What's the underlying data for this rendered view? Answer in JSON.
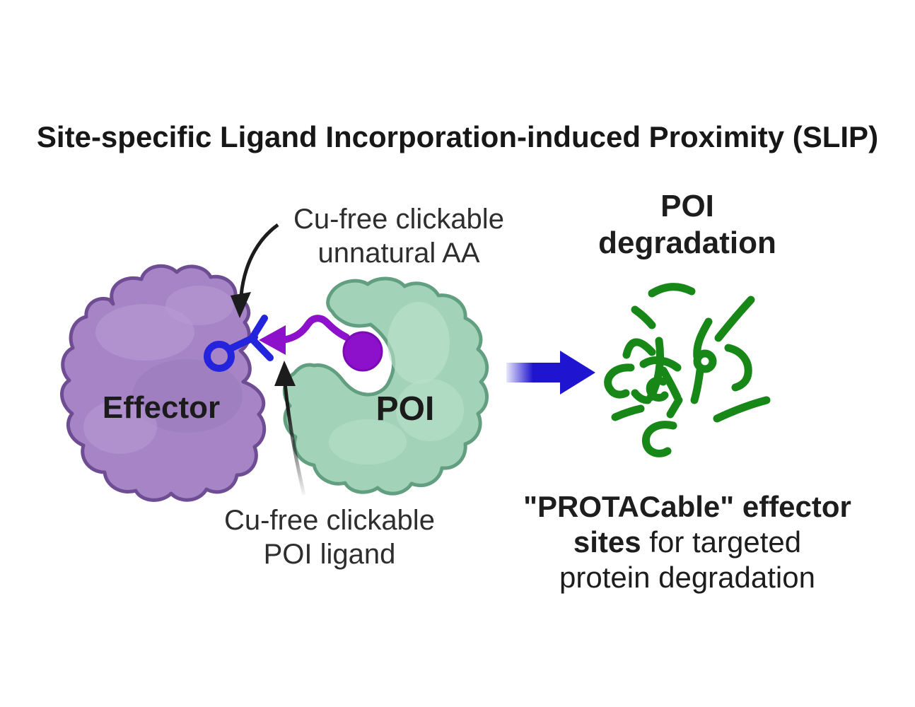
{
  "title": "Site-specific Ligand Incorporation-induced Proximity (SLIP)",
  "annotations": {
    "unnatural_aa": {
      "line1": "Cu-free clickable",
      "line2": "unnatural AA"
    },
    "poi_ligand": {
      "line1": "Cu-free clickable",
      "line2": "POI ligand"
    }
  },
  "proteins": {
    "effector_label": "Effector",
    "poi_label": "POI"
  },
  "result": {
    "heading_line1": "POI",
    "heading_line2": "degradation",
    "caption_line1_bold": "\"PROTACable\" effector",
    "caption_line2_bold": "sites",
    "caption_line2_rest": " for targeted",
    "caption_line3": "protein degradation"
  },
  "colors": {
    "effector-fill": "#a684c5",
    "effector-stroke": "#6f4d94",
    "effector-light": "#b99cd6",
    "poi-fill": "#a2d3b8",
    "poi-stroke": "#629f80",
    "poi-light": "#bce2cc",
    "click-blue": "#2424dc",
    "ligand-purple": "#8d10cb",
    "arrow-blue": "#1f14cf",
    "fragment-green": "#178717",
    "annotation-black": "#1c1c1c"
  }
}
